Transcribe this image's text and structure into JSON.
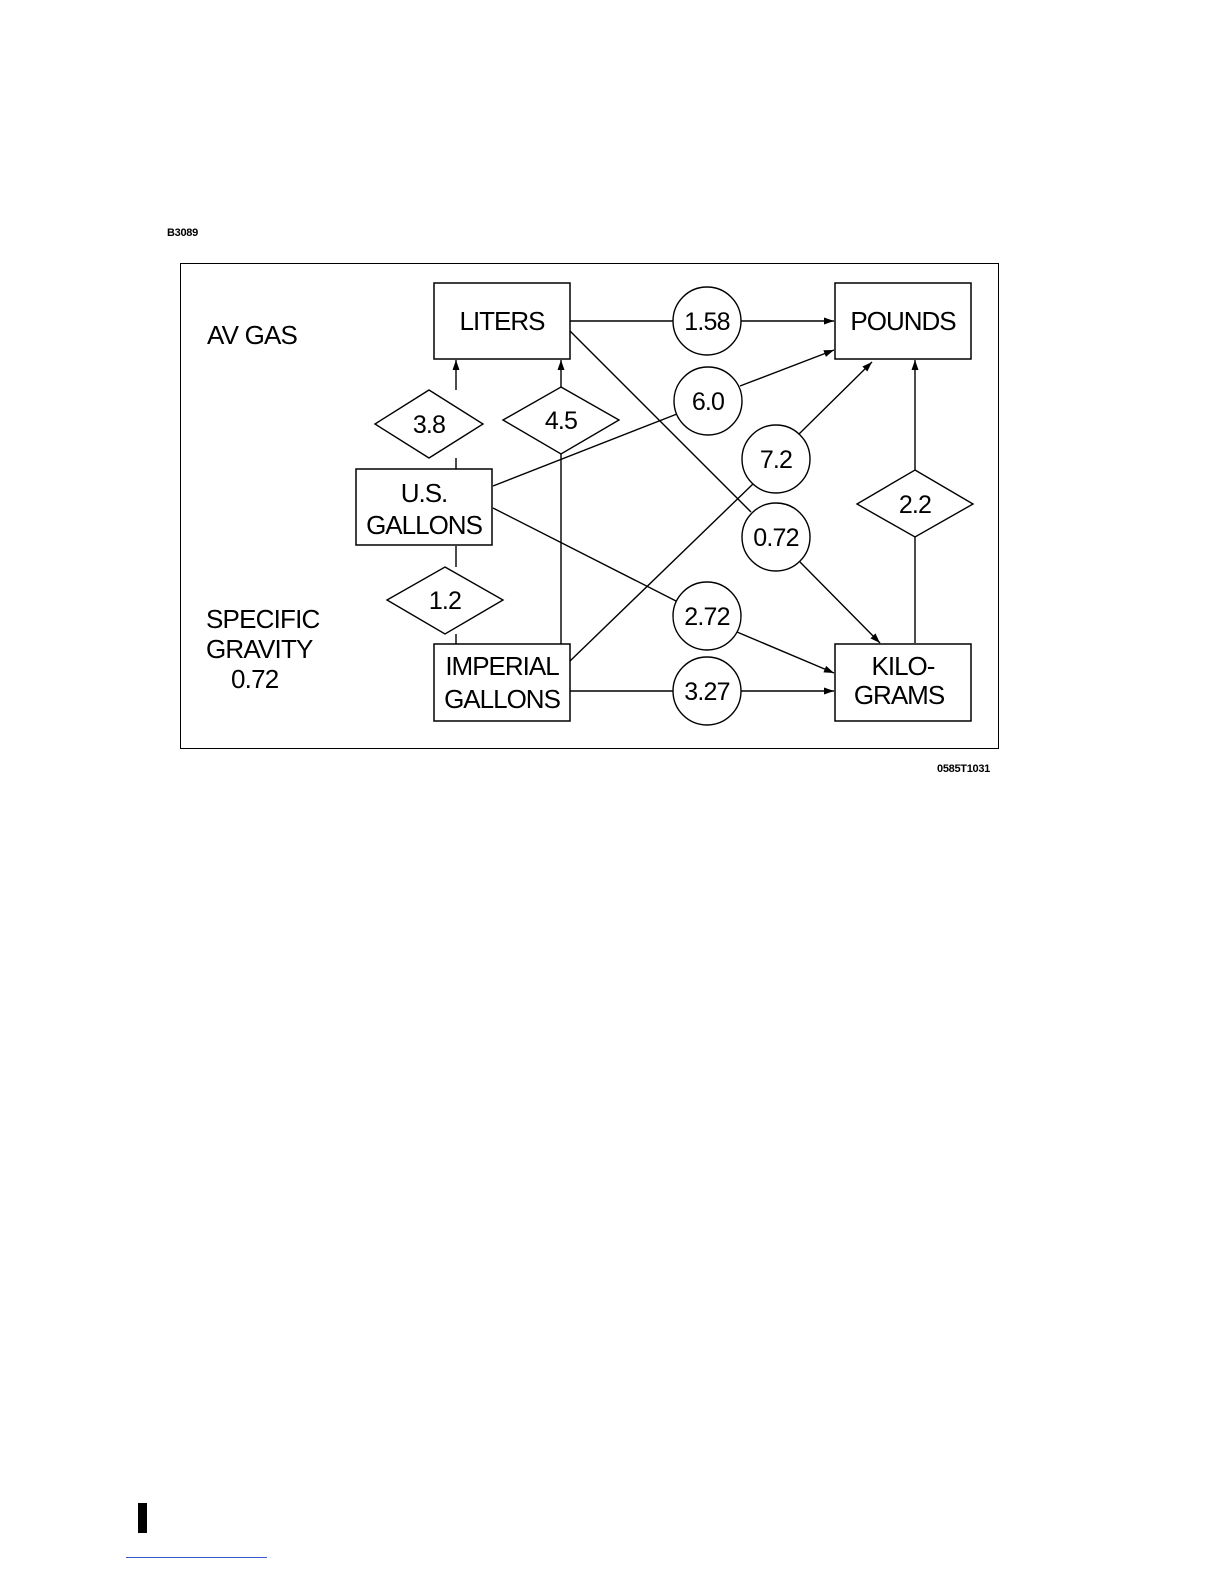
{
  "figure_id": "B3089",
  "drawing_number": "0585T1031",
  "notes": {
    "fuel": "AV GAS",
    "specific_gravity_lines": [
      "SPECIFIC",
      "GRAVITY",
      "0.72"
    ]
  },
  "nodes": {
    "liters": [
      "LITERS"
    ],
    "pounds": [
      "POUNDS"
    ],
    "us_gallons": [
      "U.S.",
      "GALLONS"
    ],
    "imperial_gallons": [
      "IMPERIAL",
      "GALLONS"
    ],
    "kilograms": [
      "KILO-",
      "GRAMS"
    ]
  },
  "volume_factors": {
    "us_gal_to_liters": "3.8",
    "imp_gal_to_liters": "4.5",
    "imp_gal_to_us_gal": "1.2",
    "kg_to_pounds": "2.2"
  },
  "weight_factors": {
    "liters_to_pounds": "1.58",
    "us_gal_to_pounds": "6.0",
    "imp_gal_to_pounds": "7.2",
    "liters_to_kg": "0.72",
    "us_gal_to_kg": "2.72",
    "imp_gal_to_kg": "3.27"
  }
}
